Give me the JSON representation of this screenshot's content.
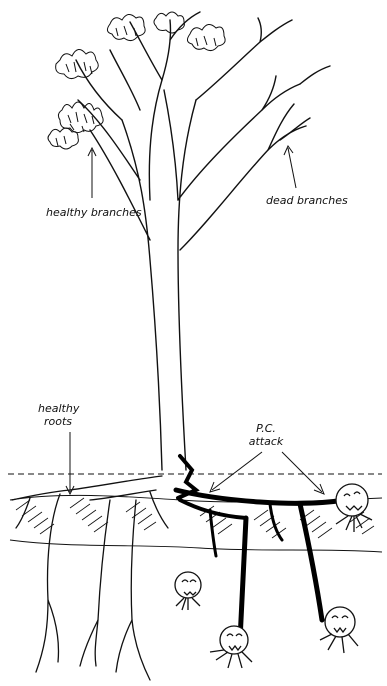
{
  "labels": {
    "healthy_branches": "healthy branches",
    "dead_branches": "dead branches",
    "healthy_roots_line1": "healthy",
    "healthy_roots_line2": "roots",
    "pc_attack_line1": "P.C.",
    "pc_attack_line2": "attack"
  },
  "colors": {
    "ink": "#111111",
    "infected": "#000000",
    "paper": "#ffffff"
  },
  "icons": [
    "tree-sketch",
    "pathogen-blob"
  ]
}
